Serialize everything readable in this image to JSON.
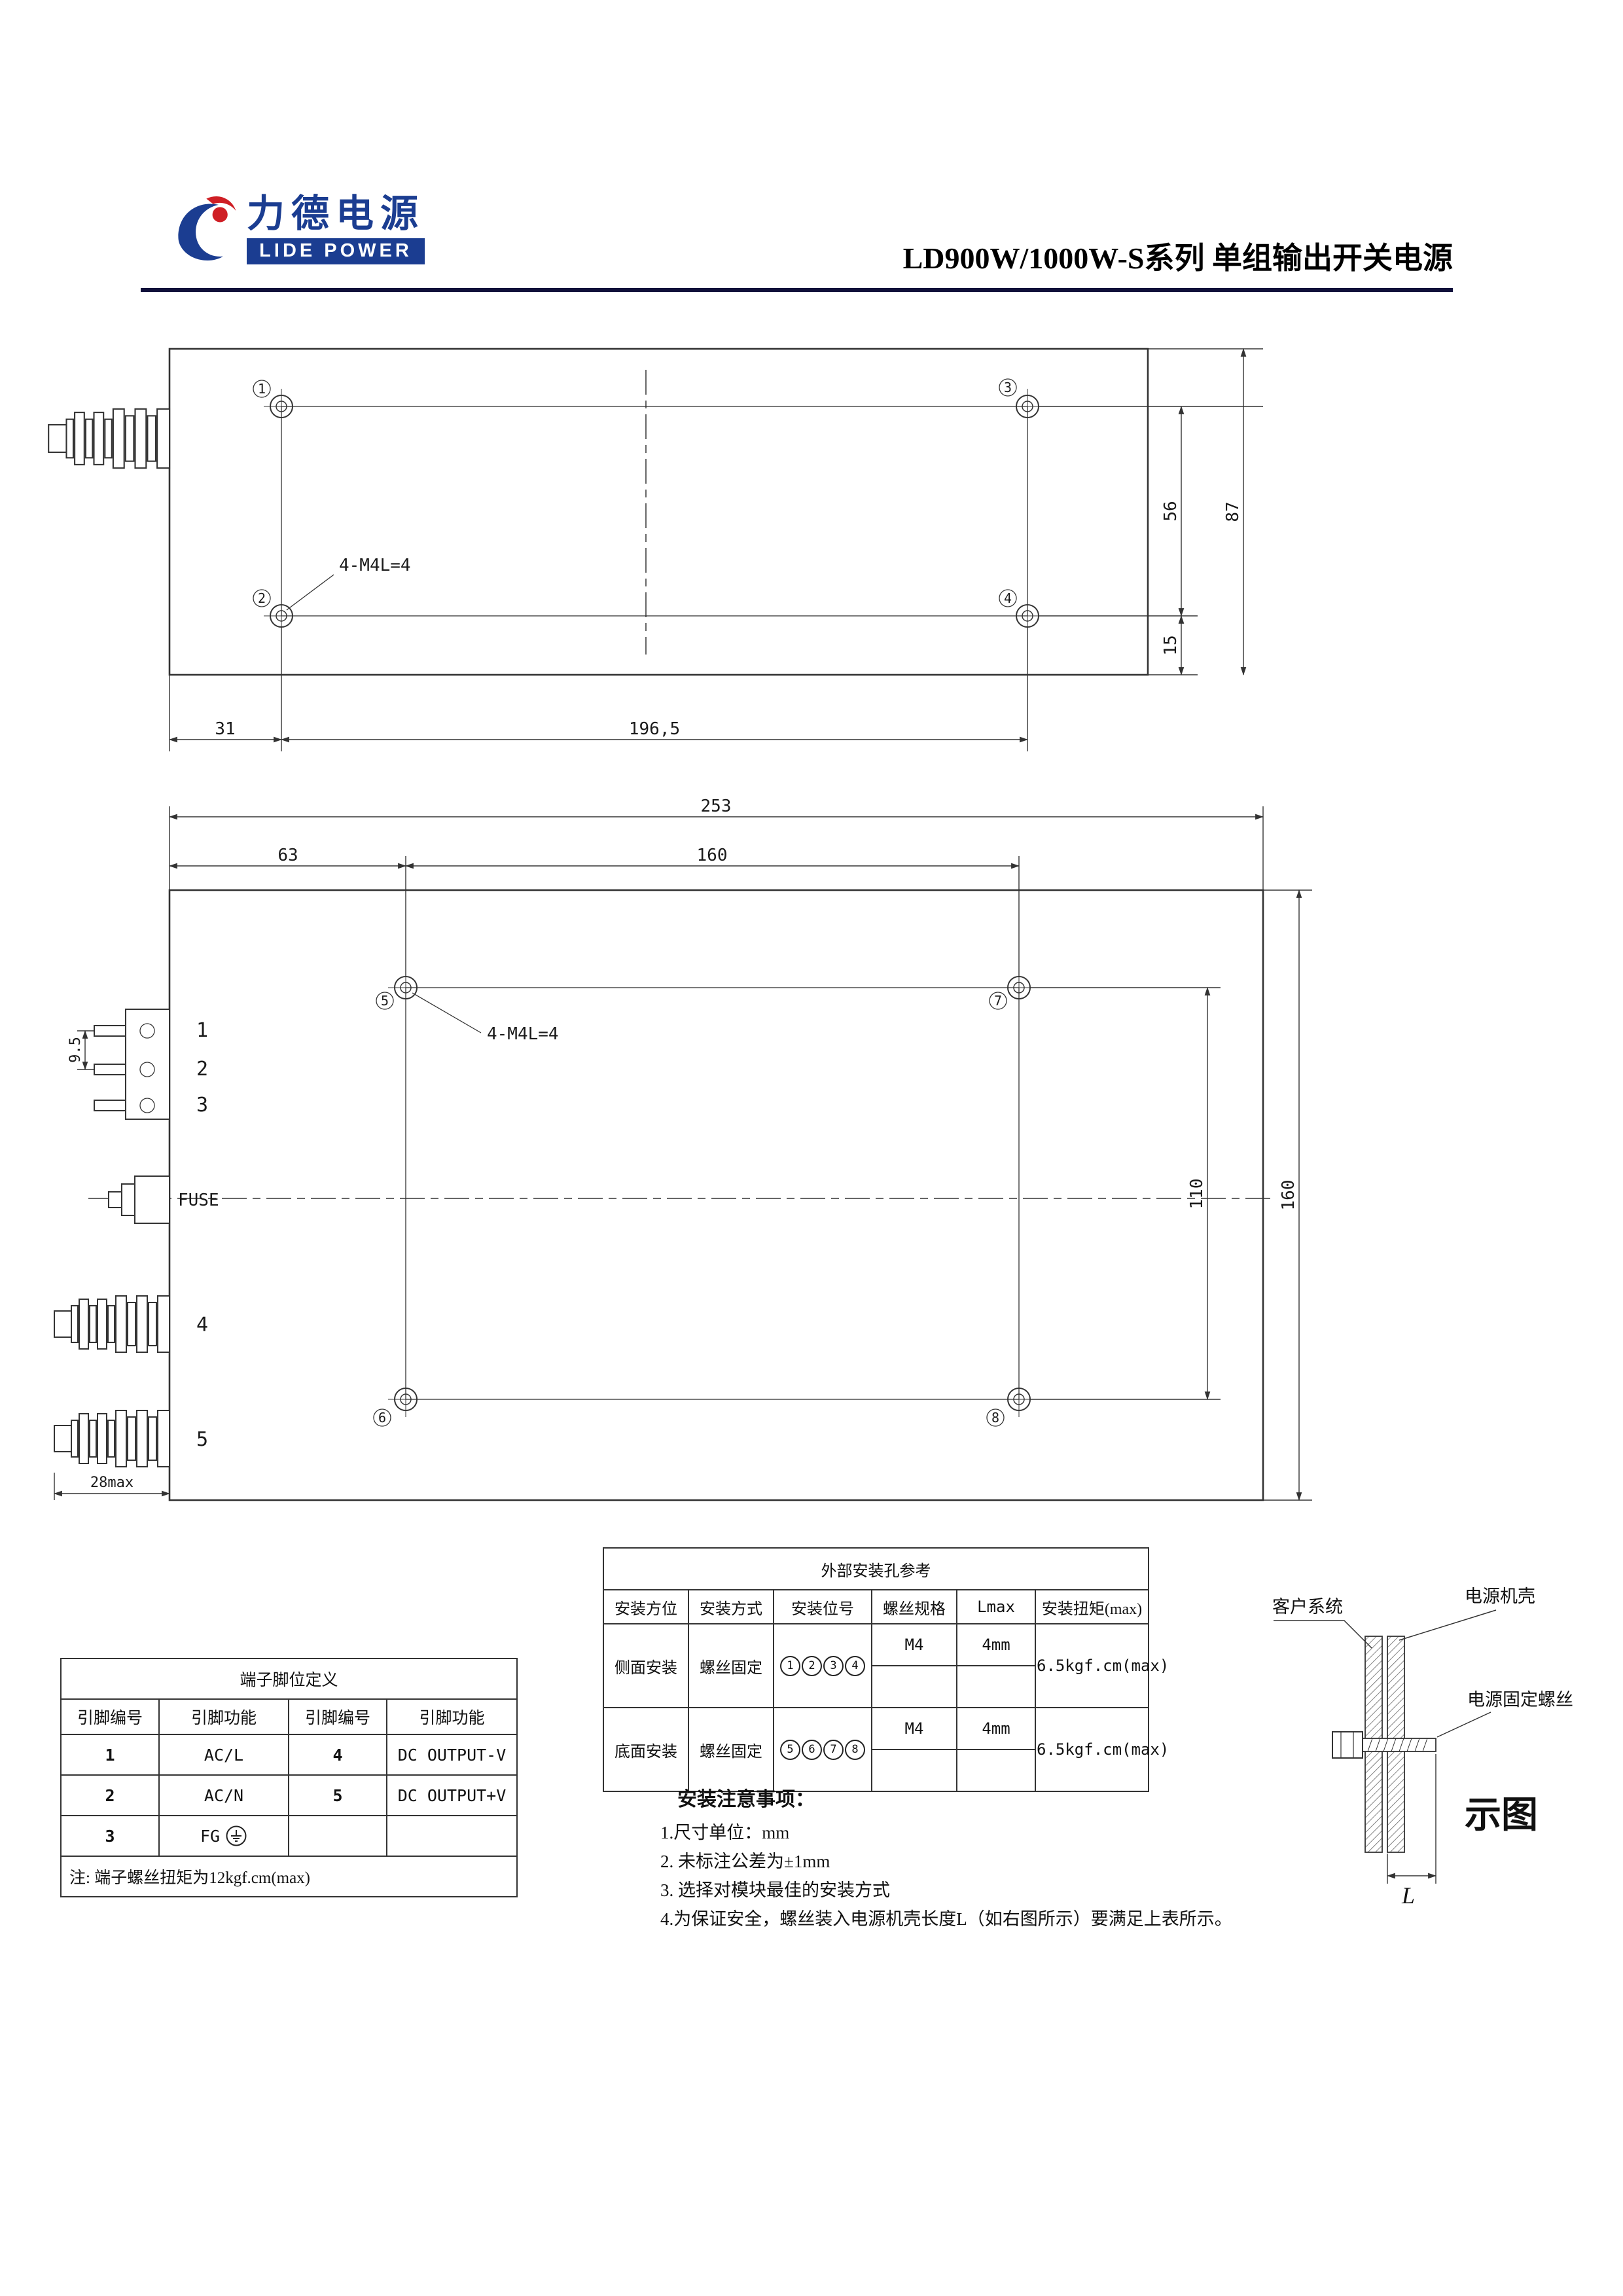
{
  "header": {
    "logo_cn": "力德电源",
    "logo_en": "LIDE POWER",
    "title": "LD900W/1000W-S系列 单组输出开关电源"
  },
  "drawing1": {
    "hole_labels": [
      "1",
      "2",
      "3",
      "4"
    ],
    "thread_note": "4-M4L=4",
    "dims": {
      "v56": "56",
      "v87": "87",
      "v15": "15",
      "h31": "31",
      "h196": "196,5"
    }
  },
  "drawing2": {
    "hole_labels": [
      "5",
      "6",
      "7",
      "8"
    ],
    "thread_note": "4-M4L=4",
    "dims": {
      "w253": "253",
      "w63": "63",
      "w160": "160",
      "pin_pitch": "9.5",
      "v110": "110",
      "v160": "160",
      "d28": "28max"
    },
    "pin_labels": [
      "1",
      "2",
      "3",
      "4",
      "5"
    ],
    "fuse_label": "FUSE"
  },
  "mount_table": {
    "title": "外部安装孔参考",
    "headers": [
      "安装方位",
      "安装方式",
      "安装位号",
      "螺丝规格",
      "Lmax",
      "安装扭矩(max)"
    ],
    "rows": [
      {
        "position": "侧面安装",
        "method": "螺丝固定",
        "holes": [
          "1",
          "2",
          "3",
          "4"
        ],
        "spec": "M4",
        "lmax": "4mm",
        "torque": "6.5kgf.cm(max)"
      },
      {
        "position": "底面安装",
        "method": "螺丝固定",
        "holes": [
          "5",
          "6",
          "7",
          "8"
        ],
        "spec": "M4",
        "lmax": "4mm",
        "torque": "6.5kgf.cm(max)"
      }
    ]
  },
  "terminal_table": {
    "title": "端子脚位定义",
    "headers": [
      "引脚编号",
      "引脚功能",
      "引脚编号",
      "引脚功能"
    ],
    "rows": [
      [
        "1",
        "AC/L",
        "4",
        "DC OUTPUT-V"
      ],
      [
        "2",
        "AC/N",
        "5",
        "DC OUTPUT+V"
      ],
      [
        "3",
        "FG",
        "",
        ""
      ]
    ],
    "note": "注: 端子螺丝扭矩为12kgf.cm(max)"
  },
  "notes": {
    "title": "安装注意事项：",
    "items": [
      "1.尺寸单位：mm",
      "2. 未标注公差为±1mm",
      "3. 选择对模块最佳的安装方式",
      "4.为保证安全，螺丝装入电源机壳长度L（如右图所示）要满足上表所示。"
    ]
  },
  "illustration": {
    "customer_system": "客户系统",
    "power_case": "电源机壳",
    "fixing_screw": "电源固定螺丝",
    "caption": "示图",
    "length_label": "L"
  },
  "colors": {
    "brand_blue": "#1b3d91",
    "accent_red": "#cf1f25",
    "line": "#333333"
  }
}
